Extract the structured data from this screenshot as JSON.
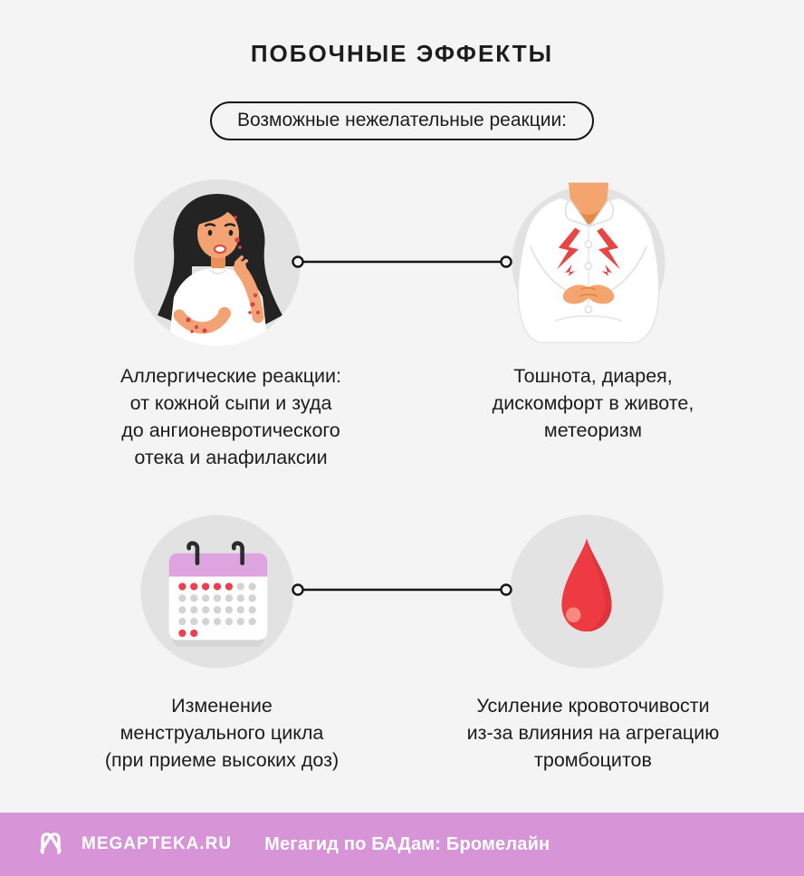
{
  "page": {
    "title": "ПОБОЧНЫЕ ЭФФЕКТЫ",
    "badge": "Возможные нежелательные реакции:",
    "background": "#f5f4f4",
    "text_color": "#1c1c1c"
  },
  "cards": [
    {
      "icon": "allergy-woman-illustration",
      "caption": "Аллергические реакции:\nот кожной сыпи и зуда\nдо ангионевротического\nотека и анафилаксии"
    },
    {
      "icon": "stomach-pain-illustration",
      "caption": "Тошнота, диарея,\nдискомфорт в животе,\nметеоризм"
    },
    {
      "icon": "calendar-icon",
      "caption": "Изменение\nменструального цикла\n(при приеме высоких доз)"
    },
    {
      "icon": "blood-drop-icon",
      "caption": "Усиление кровоточивости\nиз-за влияния на агрегацию\nтромбоцитов"
    }
  ],
  "footer": {
    "brand": "MEGAPTEKA.RU",
    "tagline": "Мегагид по БАДам: Бромелайн",
    "background": "#d794d7"
  },
  "colors": {
    "circle_bg": "#e3e2e2",
    "accent_red": "#ee3a42",
    "dot_red": "#e8404d",
    "dot_gray": "#d4d3d3",
    "calendar_pink": "#dda4e0",
    "skin": "#f3a373",
    "line": "#151515"
  }
}
